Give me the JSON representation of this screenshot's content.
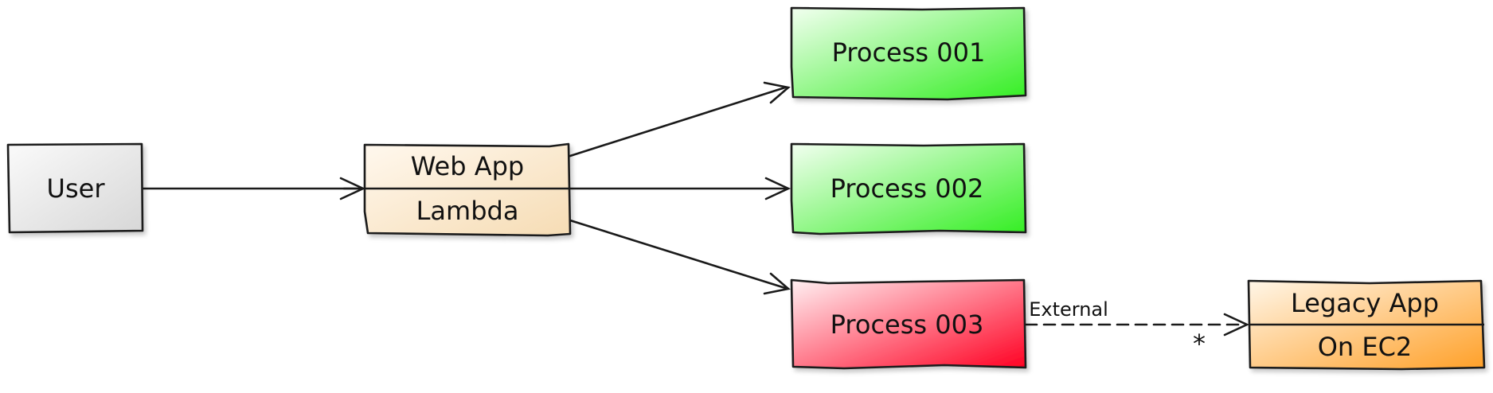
{
  "nodes": {
    "user": {
      "label": "User",
      "color_top": "#fafafa",
      "color_bottom": "#d7d7d7"
    },
    "webapp": {
      "title": "Web App",
      "subtitle": "Lambda",
      "color_top": "#fff8ee",
      "color_bottom": "#f6dcb4"
    },
    "process001": {
      "label": "Process 001",
      "color_top": "#f2fff0",
      "color_bottom": "#33ee22"
    },
    "process002": {
      "label": "Process 002",
      "color_top": "#f2fff0",
      "color_bottom": "#33ee22"
    },
    "process003": {
      "label": "Process 003",
      "color_top": "#fff0f2",
      "color_bottom": "#ff0022"
    },
    "legacy": {
      "title": "Legacy App",
      "subtitle": "On EC2",
      "color_top": "#fff6e8",
      "color_bottom": "#ffa028"
    }
  },
  "edges": {
    "external_label": "External",
    "multiplicity": "*"
  }
}
